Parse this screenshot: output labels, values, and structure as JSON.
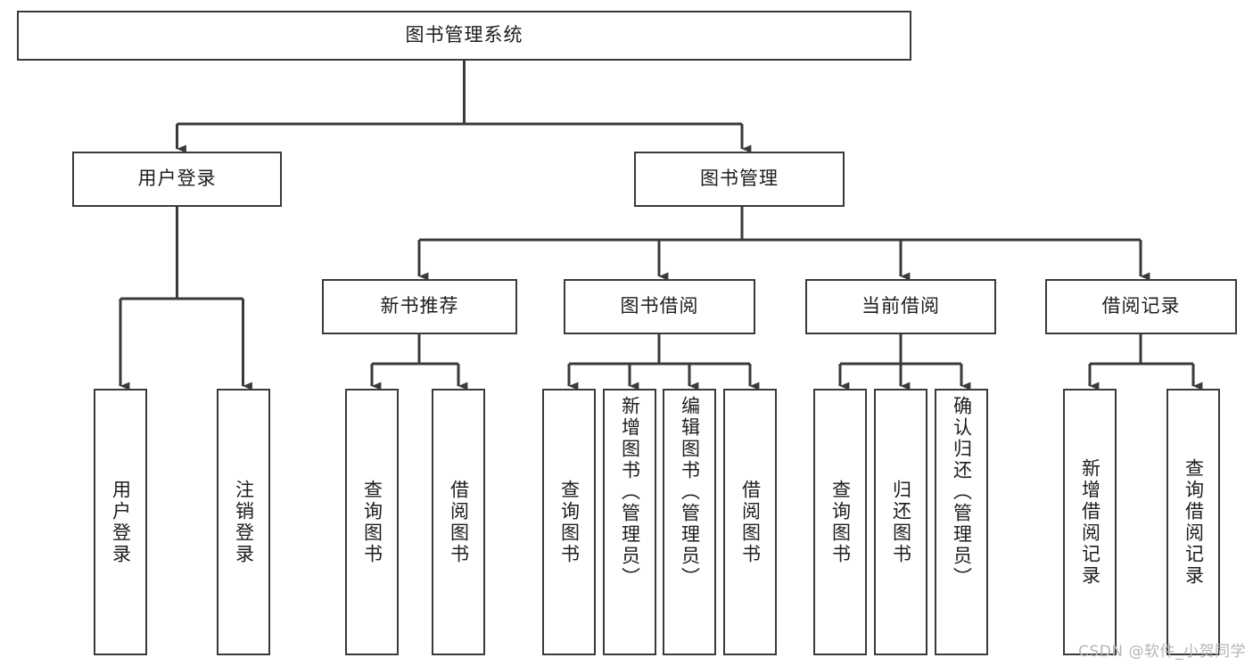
{
  "diagram": {
    "type": "tree-hierarchy",
    "title": "图书管理系统",
    "root": {
      "id": "root",
      "label": "图书管理系统",
      "orientation": "horizontal"
    },
    "level1": [
      {
        "id": "user-login",
        "label": "用户登录",
        "orientation": "horizontal"
      },
      {
        "id": "book-management",
        "label": "图书管理",
        "orientation": "horizontal"
      }
    ],
    "level2": [
      {
        "id": "new-book-recommend",
        "label": "新书推荐",
        "orientation": "horizontal",
        "parent": "book-management"
      },
      {
        "id": "book-borrow",
        "label": "图书借阅",
        "orientation": "horizontal",
        "parent": "book-management"
      },
      {
        "id": "current-borrow",
        "label": "当前借阅",
        "orientation": "horizontal",
        "parent": "book-management"
      },
      {
        "id": "borrow-record",
        "label": "借阅记录",
        "orientation": "horizontal",
        "parent": "book-management"
      }
    ],
    "leaves": [
      {
        "id": "leaf-user-login",
        "label": "用户登录",
        "orientation": "vertical",
        "parent": "user-login"
      },
      {
        "id": "leaf-logout-login",
        "label": "注销登录",
        "orientation": "vertical",
        "parent": "user-login"
      },
      {
        "id": "leaf-query-book-1",
        "label": "查询图书",
        "orientation": "vertical",
        "parent": "new-book-recommend"
      },
      {
        "id": "leaf-borrow-book-1",
        "label": "借阅图书",
        "orientation": "vertical",
        "parent": "new-book-recommend"
      },
      {
        "id": "leaf-query-book-2",
        "label": "查询图书",
        "orientation": "vertical",
        "parent": "book-borrow"
      },
      {
        "id": "leaf-add-book",
        "label": "新增图书（管理员）",
        "orientation": "vertical",
        "parent": "book-borrow"
      },
      {
        "id": "leaf-edit-book",
        "label": "编辑图书（管理员）",
        "orientation": "vertical",
        "parent": "book-borrow"
      },
      {
        "id": "leaf-borrow-book-2",
        "label": "借阅图书",
        "orientation": "vertical",
        "parent": "book-borrow"
      },
      {
        "id": "leaf-query-book-3",
        "label": "查询图书",
        "orientation": "vertical",
        "parent": "current-borrow"
      },
      {
        "id": "leaf-return-book",
        "label": "归还图书",
        "orientation": "vertical",
        "parent": "current-borrow"
      },
      {
        "id": "leaf-confirm-return",
        "label": "确认归还（管理员）",
        "orientation": "vertical",
        "parent": "current-borrow"
      },
      {
        "id": "leaf-add-record",
        "label": "新增借阅记录",
        "orientation": "vertical",
        "parent": "borrow-record"
      },
      {
        "id": "leaf-query-record",
        "label": "查询借阅记录",
        "orientation": "vertical",
        "parent": "borrow-record"
      }
    ],
    "colors": {
      "box_border": "#3a3a3a",
      "box_fill": "#ffffff",
      "connector": "#3a3a3a",
      "text": "#1d1d1d",
      "background": "#ffffff",
      "watermark": "#b6b6b6"
    }
  },
  "watermark": {
    "text": "CSDN @软件_小贺同学"
  }
}
